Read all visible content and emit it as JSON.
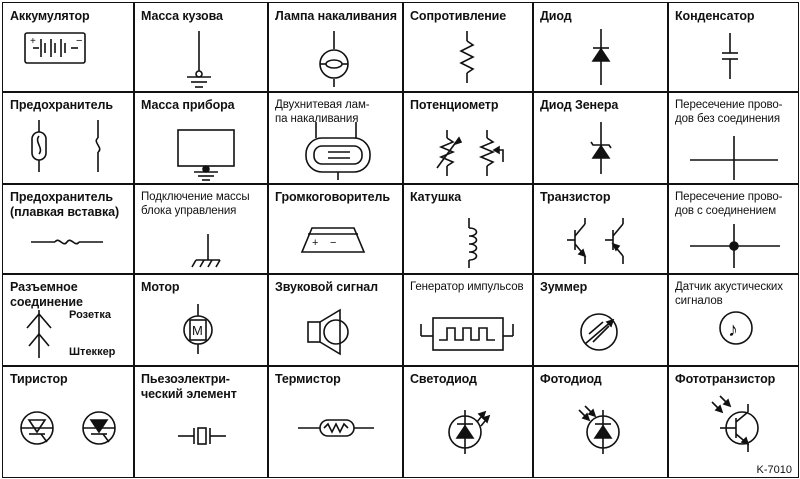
{
  "symbols": [
    {
      "id": "battery",
      "label": "Аккумулятор",
      "icon": "battery-icon"
    },
    {
      "id": "body-ground",
      "label": "Масса кузова",
      "icon": "ground-icon"
    },
    {
      "id": "lamp",
      "label": "Лампа накаливания",
      "icon": "lamp-icon"
    },
    {
      "id": "resistor",
      "label": "Сопротивление",
      "icon": "resistor-icon"
    },
    {
      "id": "diode",
      "label": "Диод",
      "icon": "diode-icon"
    },
    {
      "id": "capacitor",
      "label": "Конденсатор",
      "icon": "capacitor-icon"
    },
    {
      "id": "fuse",
      "label": "Предохранитель",
      "icon": "fuse-icon"
    },
    {
      "id": "device-ground",
      "label": "Масса прибора",
      "icon": "device-ground-icon"
    },
    {
      "id": "dual-lamp",
      "label": "Двухнитевая лам-\nпа накаливания",
      "icon": "dual-filament-lamp-icon"
    },
    {
      "id": "potentiometer",
      "label": "Потенциометр",
      "icon": "potentiometer-icon"
    },
    {
      "id": "zener",
      "label": "Диод Зенера",
      "icon": "zener-diode-icon"
    },
    {
      "id": "crossing-no",
      "label": "Пересечение прово-\nдов без соединения",
      "icon": "wire-crossing-icon"
    },
    {
      "id": "fusible-link",
      "label": "Предохранитель\n(плавкая вставка)",
      "icon": "fusible-link-icon"
    },
    {
      "id": "ecu-ground",
      "label": "Подключение массы\nблока управления",
      "icon": "ecu-ground-icon"
    },
    {
      "id": "speaker",
      "label": "Громкоговоритель",
      "icon": "speaker-icon"
    },
    {
      "id": "coil",
      "label": "Катушка",
      "icon": "coil-icon"
    },
    {
      "id": "transistor",
      "label": "Транзистор",
      "icon": "transistor-icon"
    },
    {
      "id": "crossing-yes",
      "label": "Пересечение прово-\nдов с соединением",
      "icon": "wire-junction-icon"
    },
    {
      "id": "connector",
      "label": "Разъемное\nсоединение",
      "icon": "connector-icon",
      "sub1": "Розетка",
      "sub2": "Штеккер"
    },
    {
      "id": "motor",
      "label": "Мотор",
      "icon": "motor-icon",
      "glyph": "M"
    },
    {
      "id": "horn",
      "label": "Звуковой сигнал",
      "icon": "horn-icon"
    },
    {
      "id": "pulse-gen",
      "label": "Генератор импульсов",
      "icon": "pulse-generator-icon"
    },
    {
      "id": "buzzer",
      "label": "Зуммер",
      "icon": "buzzer-icon"
    },
    {
      "id": "acoustic",
      "label": "Датчик акустических\nсигналов",
      "icon": "acoustic-sensor-icon",
      "glyph": "♪"
    },
    {
      "id": "thyristor",
      "label": "Тиристор",
      "icon": "thyristor-icon"
    },
    {
      "id": "piezo",
      "label": "Пьезоэлектри-\nческий элемент",
      "icon": "piezo-icon"
    },
    {
      "id": "thermistor",
      "label": "Термистор",
      "icon": "thermistor-icon"
    },
    {
      "id": "led",
      "label": "Светодиод",
      "icon": "led-icon"
    },
    {
      "id": "photodiode",
      "label": "Фотодиод",
      "icon": "photodiode-icon"
    },
    {
      "id": "phototransistor",
      "label": "Фототранзистор",
      "icon": "phototransistor-icon"
    }
  ],
  "battery_signs": {
    "plus": "+",
    "minus": "−"
  },
  "speaker_signs": {
    "plus": "+",
    "minus": "−"
  },
  "code": "K-7010"
}
